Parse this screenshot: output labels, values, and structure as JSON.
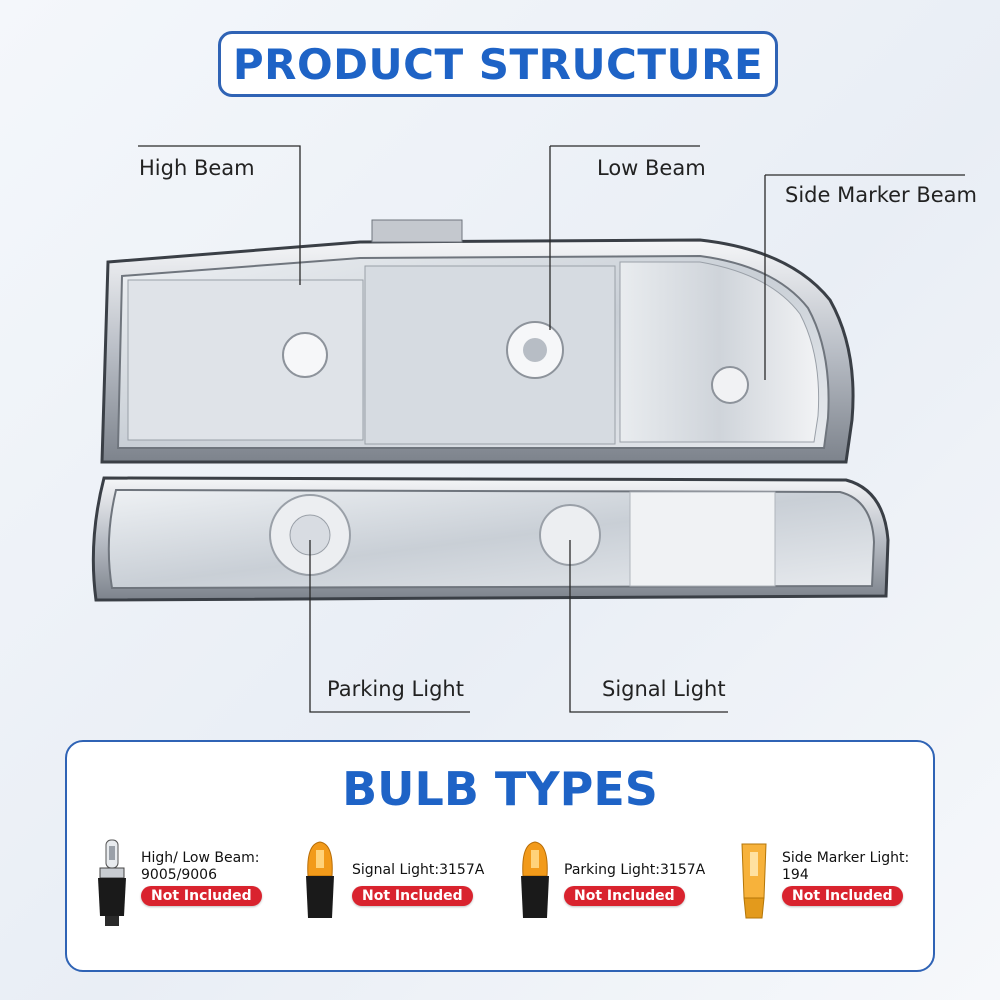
{
  "header": {
    "title": "PRODUCT STRUCTURE"
  },
  "callouts": {
    "high_beam": "High Beam",
    "low_beam": "Low Beam",
    "side_marker_beam": "Side Marker Beam",
    "parking_light": "Parking Light",
    "signal_light": "Signal Light"
  },
  "bulbs": {
    "title": "BULB TYPES",
    "items": [
      {
        "line1": "High/ Low Beam:",
        "line2": "9005/9006",
        "status": "Not Included",
        "icon": "halogen-bulb-icon"
      },
      {
        "line1": "Signal Light:3157A",
        "line2": "",
        "status": "Not Included",
        "icon": "amber-bulb-icon"
      },
      {
        "line1": "Parking Light:3157A",
        "line2": "",
        "status": "Not Included",
        "icon": "amber-bulb-icon"
      },
      {
        "line1": "Side Marker Light:",
        "line2": "194",
        "status": "Not Included",
        "icon": "wedge-bulb-icon"
      }
    ]
  },
  "colors": {
    "accent": "#1e63c6",
    "badge": "#d9232e",
    "amber": "#f29a1a"
  }
}
